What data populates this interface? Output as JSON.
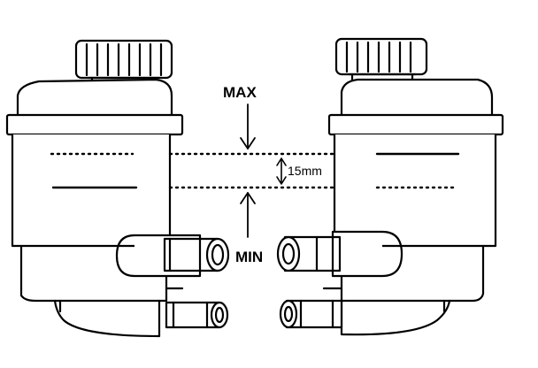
{
  "labels": {
    "max": "MAX",
    "min": "MIN",
    "gap": "15mm"
  },
  "colors": {
    "ink": "#000000",
    "paper": "#ffffff"
  }
}
